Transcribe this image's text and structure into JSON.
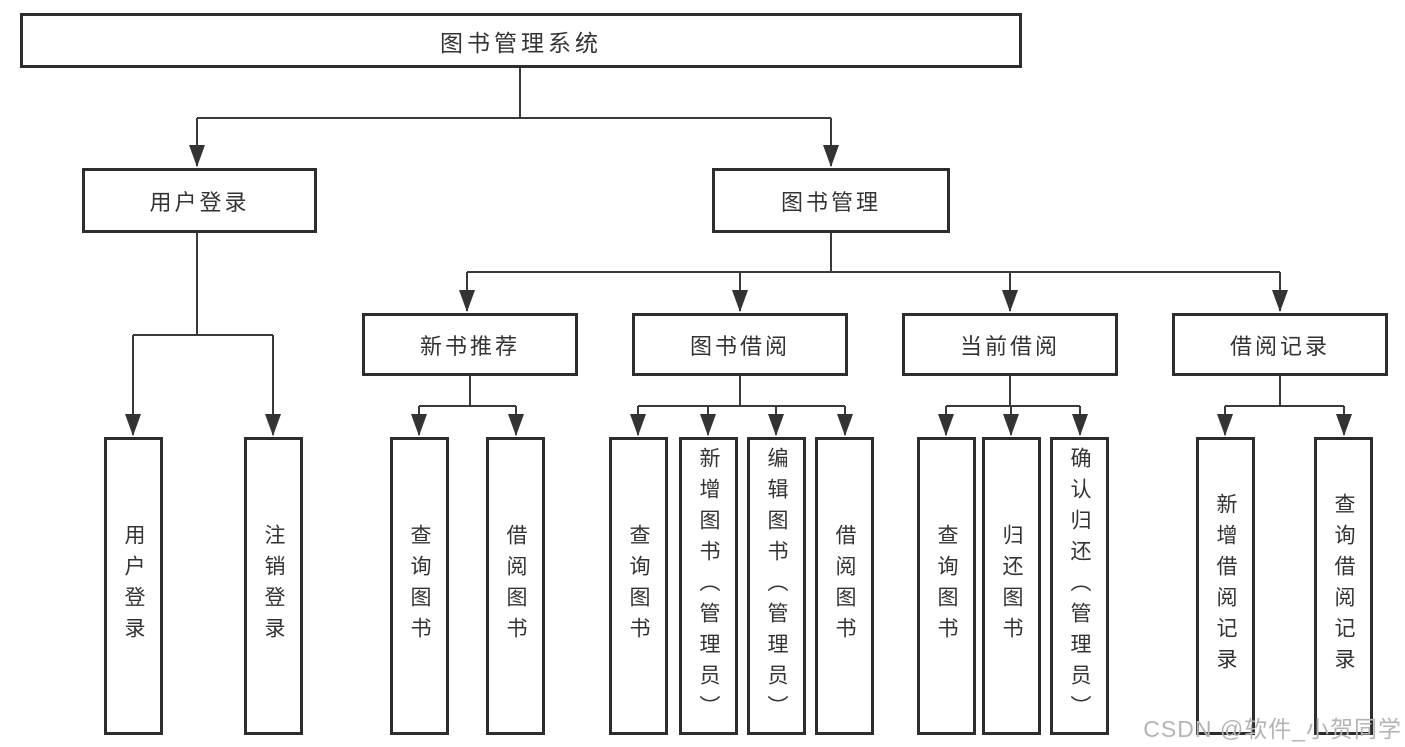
{
  "tree": {
    "label": "图书管理系统",
    "children": [
      {
        "label": "用户登录",
        "children": [
          {
            "label": "用户登录"
          },
          {
            "label": "注销登录"
          }
        ]
      },
      {
        "label": "图书管理",
        "children": [
          {
            "label": "新书推荐",
            "children": [
              {
                "label": "查询图书"
              },
              {
                "label": "借阅图书"
              }
            ]
          },
          {
            "label": "图书借阅",
            "children": [
              {
                "label": "查询图书"
              },
              {
                "label": "新增图书（管理员）"
              },
              {
                "label": "编辑图书（管理员）"
              },
              {
                "label": "借阅图书"
              }
            ]
          },
          {
            "label": "当前借阅",
            "children": [
              {
                "label": "查询图书"
              },
              {
                "label": "归还图书"
              },
              {
                "label": "确认归还（管理员）"
              }
            ]
          },
          {
            "label": "借阅记录",
            "children": [
              {
                "label": "新增借阅记录"
              },
              {
                "label": "查询借阅记录"
              }
            ]
          }
        ]
      }
    ]
  },
  "watermark": "CSDN @软件_小贺同学",
  "colors": {
    "line": "#3a3a3a",
    "arrow": "#333333",
    "box_border": "#2d2d2d",
    "text": "#333333",
    "watermark": "#b4b4b6",
    "background": "#ffffff"
  }
}
